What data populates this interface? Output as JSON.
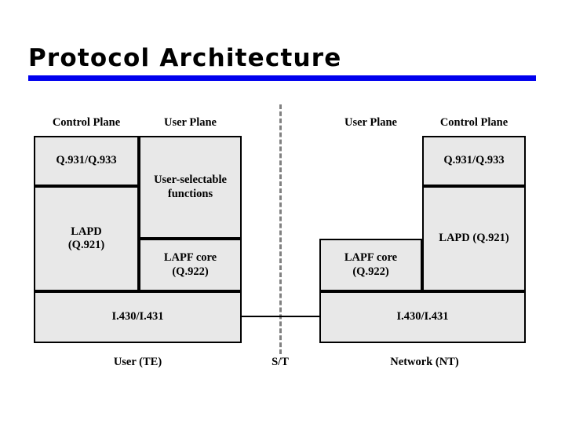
{
  "slide": {
    "title": "Protocol Architecture",
    "accent_color": "#0000ee",
    "box_fill_color": "#e8e8e8",
    "box_border_color": "#000000",
    "reference_line_color": "#808080"
  },
  "diagram": {
    "type": "layered-protocol-stack",
    "headers": [
      {
        "id": "left-control-plane",
        "label": "Control Plane"
      },
      {
        "id": "left-user-plane",
        "label": "User Plane"
      },
      {
        "id": "right-user-plane",
        "label": "User Plane"
      },
      {
        "id": "right-control-plane",
        "label": "Control Plane"
      }
    ],
    "left_stack": {
      "side_label": "User (TE)",
      "boxes": [
        {
          "id": "left-q931",
          "label": "Q.931/Q.933",
          "plane": "control"
        },
        {
          "id": "left-lapd",
          "label": "LAPD\n(Q.921)",
          "line1": "LAPD",
          "line2": "(Q.921)",
          "plane": "control"
        },
        {
          "id": "left-user-selectable",
          "label": "User-selectable\nfunctions",
          "line1": "User-selectable",
          "line2": "functions",
          "plane": "user"
        },
        {
          "id": "left-lapf-core",
          "label": "LAPF core\n(Q.922)",
          "line1": "LAPF core",
          "line2": "(Q.922)",
          "plane": "user"
        },
        {
          "id": "left-physical",
          "label": "I.430/I.431",
          "plane": "both"
        }
      ]
    },
    "right_stack": {
      "side_label": "Network (NT)",
      "boxes": [
        {
          "id": "right-q931",
          "label": "Q.931/Q.933",
          "plane": "control"
        },
        {
          "id": "right-lapd",
          "label": "LAPD (Q.921)",
          "plane": "control"
        },
        {
          "id": "right-lapf-core",
          "label": "LAPF core\n(Q.922)",
          "line1": "LAPF core",
          "line2": "(Q.922)",
          "plane": "user"
        },
        {
          "id": "right-physical",
          "label": "I.430/I.431",
          "plane": "both"
        }
      ]
    },
    "reference_point": {
      "id": "st-reference",
      "label": "S/T",
      "style": "dashed-vertical"
    }
  }
}
